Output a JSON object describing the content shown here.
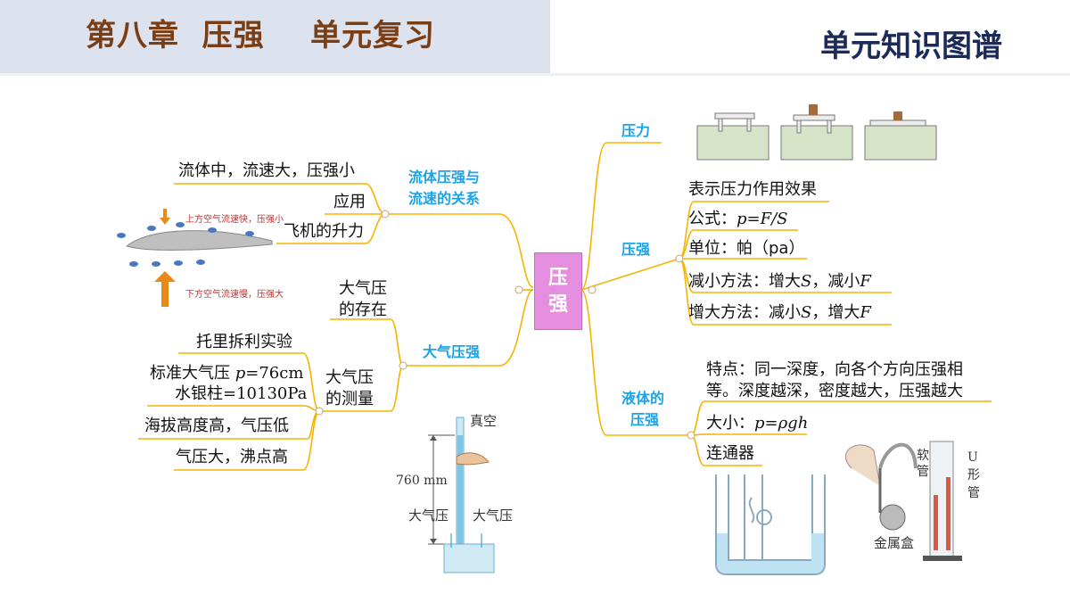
{
  "header": {
    "chapter_title": "第八章  压强    单元复习",
    "section_title": "单元知识图谱"
  },
  "center": {
    "line1": "压",
    "line2": "强"
  },
  "left": {
    "fluid": {
      "title1": "流体压强与",
      "title2": "流速的关系",
      "item_flow": "流体中，流速大，压强小",
      "item_apply": "应用",
      "item_lift": "飞机的升力",
      "note_top": "上方空气流速快，压强小",
      "note_bottom": "下方空气流速慢，压强大"
    },
    "atm": {
      "title": "大气压强",
      "exist1": "大气压",
      "exist2": "的存在",
      "measure1": "大气压",
      "measure2": "的测量",
      "torricelli": "托里拆利实验",
      "standard_prefix": "标准大气压 ",
      "standard_var": "p",
      "standard_value": "=76cm",
      "standard_line2": "水银柱=10130Pa",
      "altitude": "海拔高度高，气压低",
      "boiling": "气压大，沸点高"
    },
    "tube": {
      "vacuum": "真空",
      "height": "760 mm",
      "atm_left": "大气压",
      "atm_right": "大气压"
    }
  },
  "right": {
    "force": {
      "title": "压力"
    },
    "pressure": {
      "title": "压强",
      "meaning": "表示压力作用效果",
      "formula_prefix": "公式：",
      "formula": "p=F/S",
      "unit": "单位：帕（pa）",
      "reduce_prefix": "减小方法：增大",
      "reduce_s": "S",
      "reduce_mid": "，减小",
      "reduce_f": "F",
      "increase_prefix": "增大方法：减小",
      "increase_s": "S",
      "increase_mid": "，增大",
      "increase_f": "F"
    },
    "liquid": {
      "title1": "液体的",
      "title2": "压强",
      "feature1": "特点：同一深度，向各个方向压强相",
      "feature2": "等。深度越深，密度越大，压强越大",
      "size_prefix": "大小：",
      "size_formula": "p=ρgh",
      "connector": "连通器"
    },
    "gauge": {
      "hose1": "软",
      "hose2": "管",
      "u1": "U",
      "u2": "形",
      "u3": "管",
      "box": "金属盒"
    }
  }
}
